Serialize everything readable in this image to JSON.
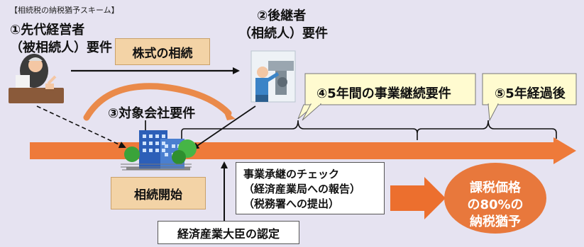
{
  "caption": "【相続税の納税猶予スキーム】",
  "requirement1": {
    "line1": "①先代経営者",
    "line2": "（被相続人）要件"
  },
  "requirement2": {
    "line1": "②後継者",
    "line2": "（相続人）要件"
  },
  "requirement3": "③対象会社要件",
  "stock_inheritance": "株式の相続",
  "inheritance_start": "相続開始",
  "bubble4": "④5年間の事業継続要件",
  "bubble5": "⑤5年経過後",
  "check": {
    "line1": "事業承継のチェック",
    "line2": "（経済産業局への報告）",
    "line3": "（税務署への提出）"
  },
  "certification": "経済産業大臣の認定",
  "result": {
    "line1": "課税価格",
    "line2": "の80%の",
    "line3": "納税猶予"
  },
  "colors": {
    "background": "#e6e3f1",
    "timeline_orange": "#ee7a3a",
    "result_oval": "#e8783c",
    "tan_box": "#f3d3a6",
    "bubble": "#fffbd0"
  },
  "icons": [
    "elderly-man-at-desk-icon",
    "worker-at-machine-icon",
    "company-building-icon"
  ]
}
